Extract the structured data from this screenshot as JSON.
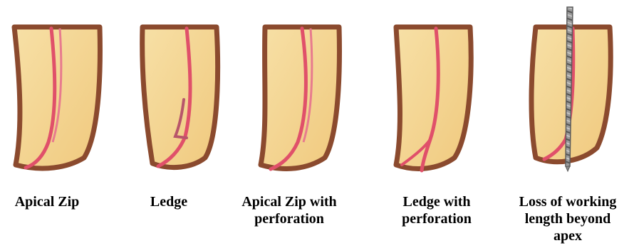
{
  "panels": [
    {
      "id": "apical-zip",
      "lines": [
        "Apical Zip"
      ]
    },
    {
      "id": "ledge",
      "lines": [
        "Ledge"
      ]
    },
    {
      "id": "apical-zip-perforation",
      "lines": [
        "Apical Zip with",
        "perforation"
      ]
    },
    {
      "id": "ledge-perforation",
      "lines": [
        "Ledge with",
        "perforation"
      ]
    },
    {
      "id": "loss-working-length",
      "lines": [
        "Loss of working",
        "length beyond",
        "apex"
      ]
    }
  ],
  "colors": {
    "tooth_fill": "#f3d592",
    "tooth_outline": "#8b4a2e",
    "canal": "#e0506a",
    "instrument": "#8a8a8a"
  }
}
